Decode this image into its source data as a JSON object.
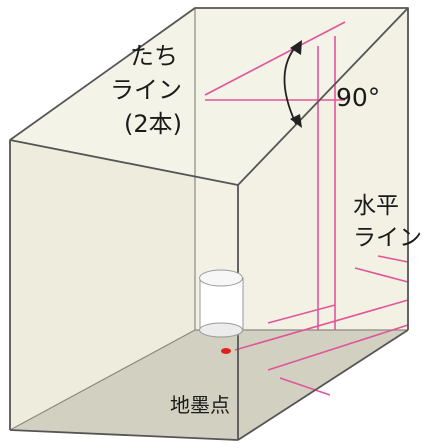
{
  "labels": {
    "vertical_line_1": "たち",
    "vertical_line_2": "ライン",
    "vertical_line_3": "(2本)",
    "angle": "90°",
    "horizontal_line_1": "水平",
    "horizontal_line_2": "ライン",
    "ground_point": "地墨点"
  },
  "colors": {
    "laser_line": "#e0569a",
    "box_edge": "#555555",
    "wall_fill": "#f3f2e6",
    "floor_fill": "#d3d2c2",
    "laser_dot": "#e02020",
    "device_body": "#ffffff"
  }
}
